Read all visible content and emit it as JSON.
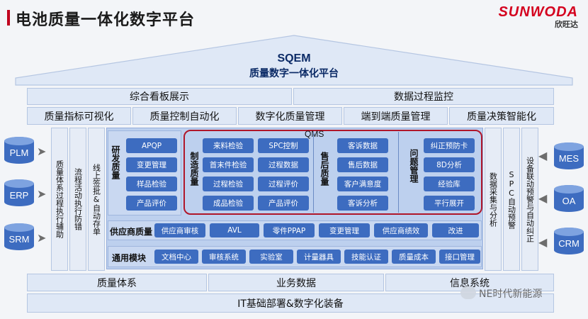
{
  "header": {
    "title": "电池质量一体化数字平台",
    "brand_en": "SUNWODA",
    "brand_cn": "欣旺达"
  },
  "roof": {
    "line1": "SQEM",
    "line2": "质量数字一体化平台"
  },
  "top_row": [
    "综合看板展示",
    "数据过程监控"
  ],
  "second_row": [
    "质量指标可视化",
    "质量控制自动化",
    "数字化质量管理",
    "端到端质量管理",
    "质量决策智能化"
  ],
  "left_systems": [
    "PLM",
    "ERP",
    "SRM"
  ],
  "right_systems": [
    "MES",
    "OA",
    "CRM"
  ],
  "left_columns": [
    "质量体系过程执行辅助",
    "流程活动执行防错",
    "线上签批&自动存单"
  ],
  "right_columns": [
    "数据采集与分析",
    "SPC自动预警",
    "设备联动预警与自动纠正"
  ],
  "rd": {
    "label": "研发质量",
    "items": [
      "APQP",
      "变更管理",
      "样品检验",
      "产品评价"
    ]
  },
  "qms_label": "QMS",
  "manufacturing": {
    "label": "制造质量",
    "col1": [
      "来料检验",
      "首末件检验",
      "过程检验",
      "成品检验"
    ],
    "col2": [
      "SPC控制",
      "过程数据",
      "过程评价",
      "产品评价"
    ]
  },
  "after_sales": {
    "label": "售后质量",
    "items": [
      "客诉数据",
      "售后数据",
      "客户满意度",
      "客诉分析"
    ]
  },
  "problem": {
    "label": "问题管理",
    "items": [
      "纠正预防卡",
      "8D分析",
      "经验库",
      "平行展开"
    ]
  },
  "supplier": {
    "label": "供应商质量",
    "items": [
      "供应商审核",
      "AVL",
      "零件PPAP",
      "变更管理",
      "供应商绩效",
      "改进"
    ]
  },
  "general": {
    "label": "通用模块",
    "items": [
      "文档中心",
      "审核系统",
      "实验室",
      "计量器具",
      "技能认证",
      "质量成本",
      "接口管理"
    ]
  },
  "bottom_row": [
    "质量体系",
    "业务数据",
    "信息系统"
  ],
  "foundation": "IT基础部署&数字化装备",
  "watermark": "NE时代新能源"
}
